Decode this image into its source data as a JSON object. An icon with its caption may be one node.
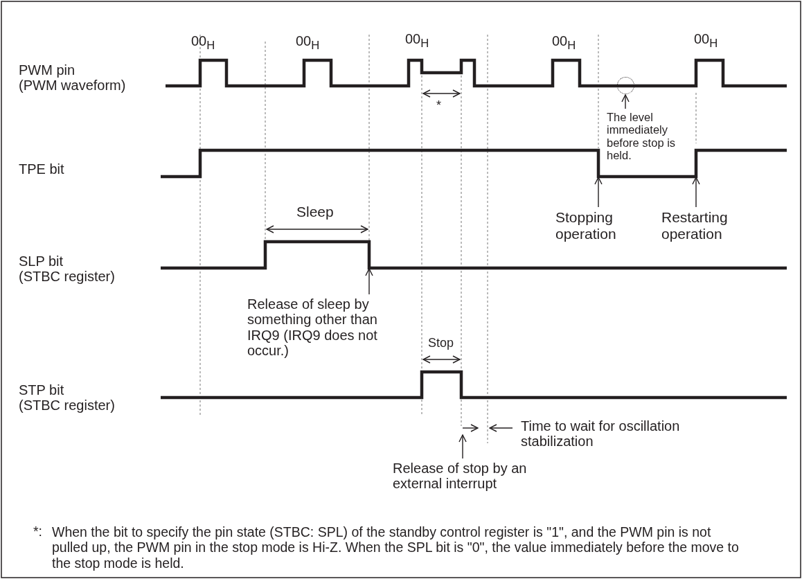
{
  "diagram": {
    "nodes": [
      {
        "text": [
          "The level immediately before stop is held."
        ]
      },
      {
        "text": [],
        "shape": "circle"
      },
      {
        "text": [
          "Stopping operation"
        ]
      },
      {
        "text": [
          "Restarting operation"
        ]
      },
      {
        "text": [
          "Release of sleep by something other than IRQ9 (IRQ9 does not occur.)"
        ]
      },
      {
        "text": [
          "Release of stop by an external interrupt"
        ]
      },
      {
        "text": [],
        "shape": "waveform"
      },
      {
        "text": [],
        "shape": "waveform"
      }
    ],
    "edges": [
      {
        "from": 0,
        "to": 1,
        "arrow": "to"
      },
      {
        "from": 2,
        "to": 6,
        "arrow": "to"
      },
      {
        "from": 3,
        "to": 6,
        "arrow": "to"
      },
      {
        "from": 4,
        "to": 7,
        "arrow": "to"
      },
      {
        "from": 5,
        "to": null,
        "arrow": "to"
      }
    ],
    "labels": [
      "00$_{H}$",
      "00$_{H}$",
      "00$_{H}$",
      "00$_{H}$",
      "00$_{H}$",
      "PWM pin",
      "(PWM waveform)",
      "*",
      "TPE bit",
      "Sleep",
      "SLP bit",
      "(STBC register)",
      "Stop",
      "STP bit",
      "(STBC register)",
      "Time to wait for oscillation stabilization",
      "*:",
      "When the bit to specify the pin state (STBC: SPL) of the standby control register is \"1\", and the PWM pin is not pulled up, the PWM pin in the stop mode is Hi-Z.  When the SPL bit is \"0\", the value immediately before the move to the stop mode is held."
    ]
  }
}
